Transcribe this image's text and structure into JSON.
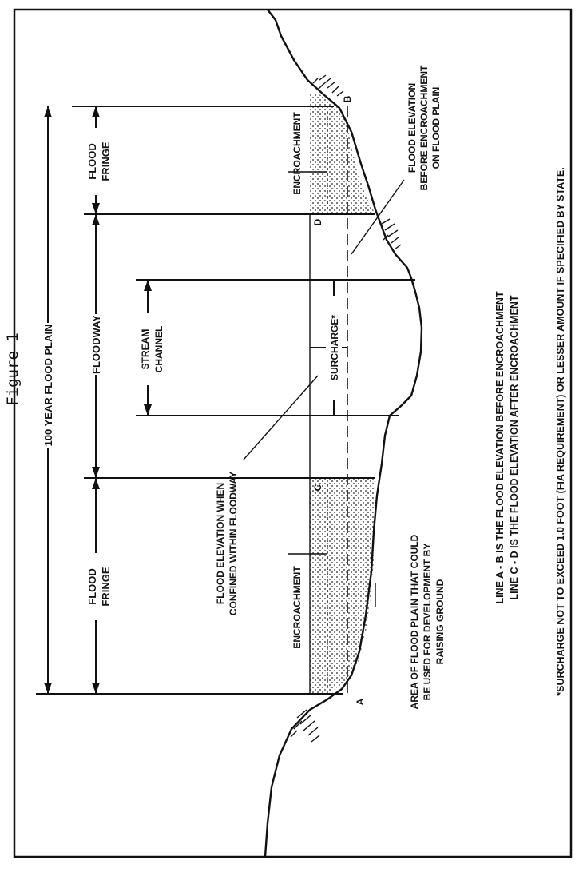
{
  "figure_title": "Figure 1",
  "labels": {
    "flood_plain": "100 YEAR FLOOD PLAIN",
    "floodway": "FLOODWAY",
    "flood_fringe_line1": "FLOOD",
    "flood_fringe_line2": "FRINGE",
    "stream_channel_line1": "STREAM",
    "stream_channel_line2": "CHANNEL",
    "surcharge": "SURCHARGE*",
    "encroachment_right": "ENCROACHMENT",
    "encroachment_left": "ENCROACHMENT",
    "flood_elev_before_1": "FLOOD ELEVATION",
    "flood_elev_before_2": "BEFORE ENCROACHMENT",
    "flood_elev_before_3": "ON FLOOD PLAIN",
    "flood_elev_confined_1": "FLOOD ELEVATION WHEN",
    "flood_elev_confined_2": "CONFINED WITHIN FLOODWAY",
    "area_1": "AREA OF FLOOD PLAIN THAT COULD",
    "area_2": "BE USED FOR DEVELOPMENT BY",
    "area_3": "RAISING GROUND",
    "point_a": "A",
    "point_b": "B",
    "point_c": "C",
    "point_d": "D"
  },
  "notes": {
    "line_ab": "LINE A - B IS THE FLOOD ELEVATION BEFORE ENCROACHMENT",
    "line_cd": "LINE C - D IS THE FLOOD ELEVATION AFTER ENCROACHMENT",
    "surcharge_note": "*SURCHARGE NOT TO EXCEED 1.0 FOOT (FIA REQUIREMENT) OR LESSER AMOUNT IF SPECIFIED BY STATE."
  },
  "colors": {
    "ink": "#111111",
    "paper": "#ffffff"
  }
}
